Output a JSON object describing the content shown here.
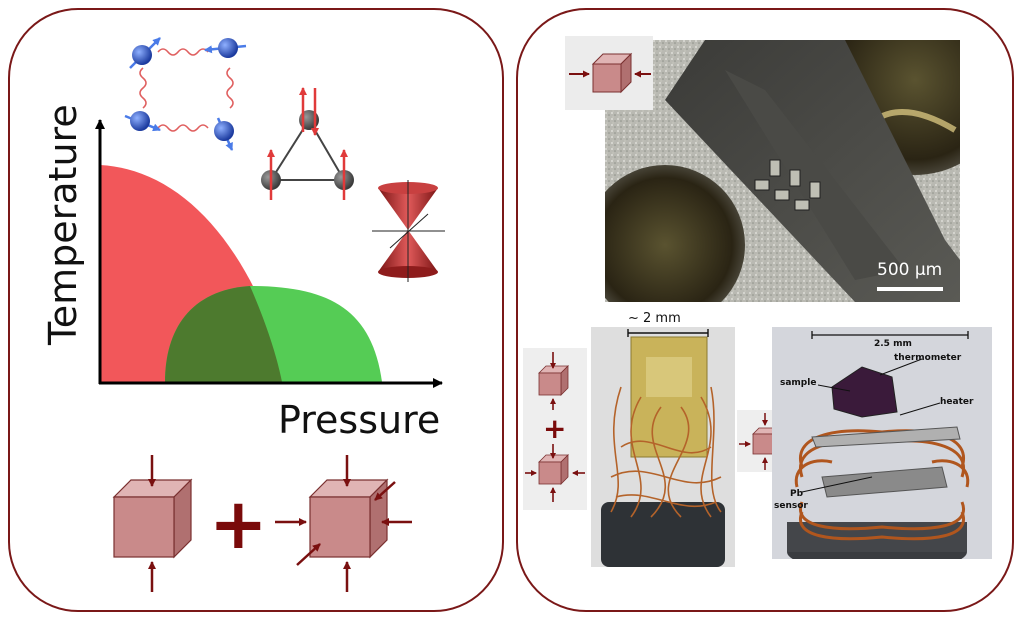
{
  "left": {
    "y_axis_label": "Temperature",
    "x_axis_label": "Pressure",
    "plus": "+"
  },
  "right": {
    "scale_bar_top": "500 μm",
    "dim_bottom_left": "~ 2 mm",
    "plus": "+",
    "dim_bottom_right": "2.5 mm",
    "labels": {
      "sample": "sample",
      "thermometer": "thermometer",
      "heater": "heater",
      "pb_sensor_line1": "Pb",
      "pb_sensor_line2": "sensor"
    }
  },
  "colors": {
    "frame": "#7a1818",
    "red_phase": "#f2575a",
    "green_phase": "#55cc55",
    "overlap": "#4d7a2e",
    "cube_face": "#c98a8a",
    "arrow": "#7a1010",
    "spin_ball": "#2a4fc4",
    "spin_arrow": "#4a7be8"
  }
}
